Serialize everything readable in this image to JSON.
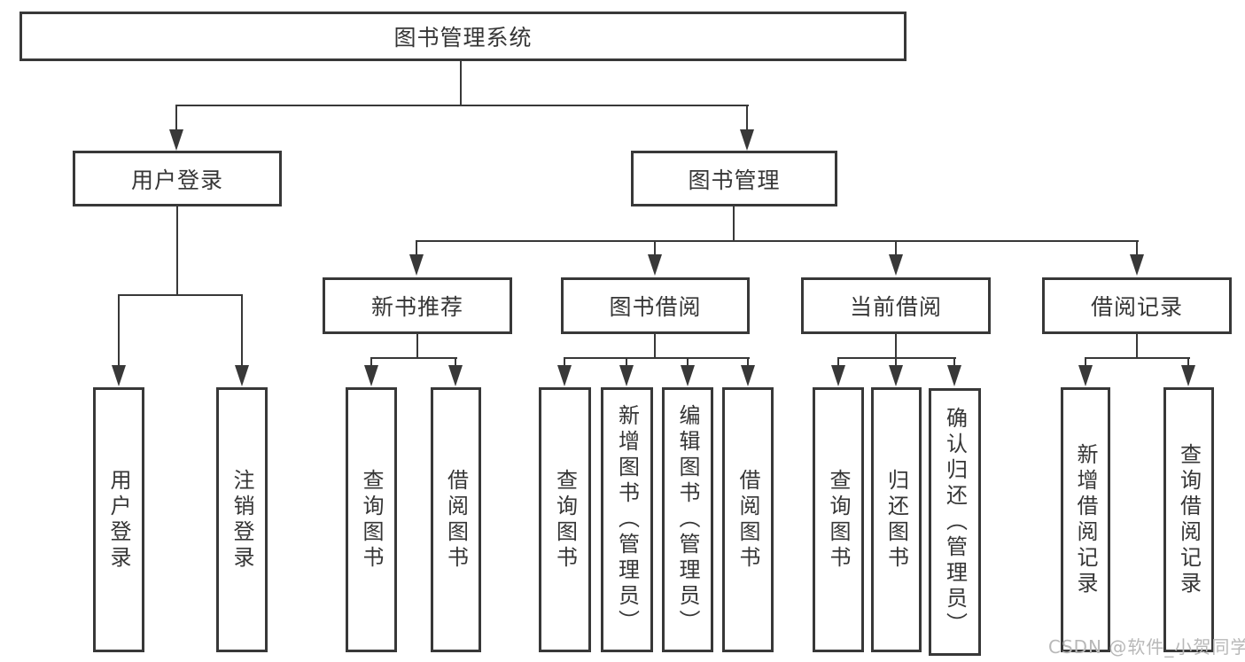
{
  "diagram": {
    "root": {
      "label": "图书管理系统",
      "children": [
        {
          "label": "用户登录",
          "children": [
            {
              "label": "用户登录"
            },
            {
              "label": "注销登录"
            }
          ]
        },
        {
          "label": "图书管理",
          "children": [
            {
              "label": "新书推荐",
              "children": [
                {
                  "label": "查询图书"
                },
                {
                  "label": "借阅图书"
                }
              ]
            },
            {
              "label": "图书借阅",
              "children": [
                {
                  "label": "查询图书"
                },
                {
                  "label": "新增图书（管理员）"
                },
                {
                  "label": "编辑图书（管理员）"
                },
                {
                  "label": "借阅图书"
                }
              ]
            },
            {
              "label": "当前借阅",
              "children": [
                {
                  "label": "查询图书"
                },
                {
                  "label": "归还图书"
                },
                {
                  "label": "确认归还（管理员）"
                }
              ]
            },
            {
              "label": "借阅记录",
              "children": [
                {
                  "label": "新增借阅记录"
                },
                {
                  "label": "查询借阅记录"
                }
              ]
            }
          ]
        }
      ]
    },
    "watermark": "CSDN @软件_小贺同学",
    "colors": {
      "line": "#383838",
      "box_border": "#383838",
      "text": "#363636",
      "watermark": "#b8b8b8",
      "background": "#ffffff"
    }
  }
}
